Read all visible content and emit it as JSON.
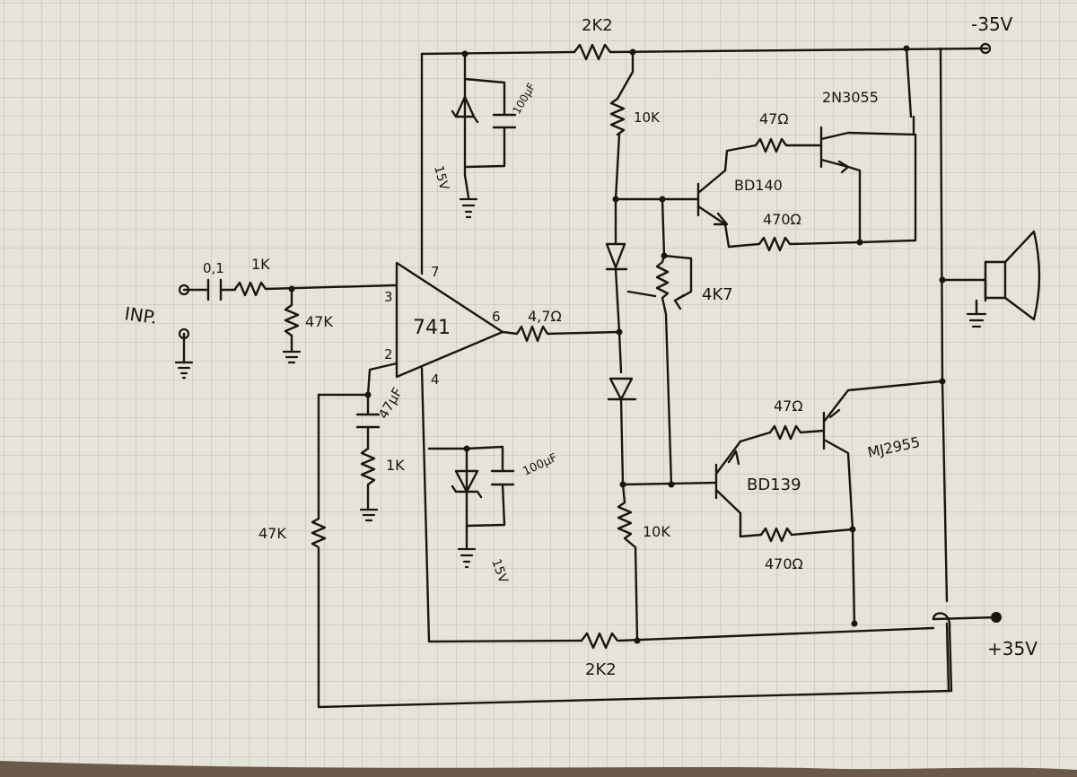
{
  "schematic": {
    "supply_neg": "-35V",
    "supply_pos": "+35V",
    "input_label": "INP.",
    "opamp": {
      "label": "741",
      "pin3": "3",
      "pin2": "2",
      "pin7": "7",
      "pin4": "4",
      "pin6": "6"
    },
    "input_cap": "0,1",
    "input_res": "1K",
    "input_bias_res": "47K",
    "fb_cap": "47μF",
    "fb_res_low": "1K",
    "fb_res_long": "47K",
    "top_res": "2K2",
    "bottom_res": "2K2",
    "zener_top": "15V",
    "zener_top_cap": "100μF",
    "zener_bot": "15V",
    "zener_bot_cap": "100μF",
    "out_res": "4,7Ω",
    "bias_top_res": "10K",
    "bias_bot_res": "10K",
    "trim_pot": "4K7",
    "q_driver_top": "BD140",
    "q_driver_bot": "BD139",
    "q_power_top": "2N3055",
    "q_power_bot": "MJ2955",
    "r_base_top": "47Ω",
    "r_base_bot": "47Ω",
    "r_em_top": "470Ω",
    "r_em_bot": "470Ω"
  },
  "colors": {
    "paper": "#e6e3d8",
    "grid": "#b8bcc0",
    "ink": "#1a1510"
  },
  "icons": [
    "ground-icon",
    "speaker-icon",
    "zener-diode-icon",
    "diode-icon",
    "capacitor-icon",
    "resistor-icon",
    "transistor-icon",
    "potentiometer-icon"
  ]
}
